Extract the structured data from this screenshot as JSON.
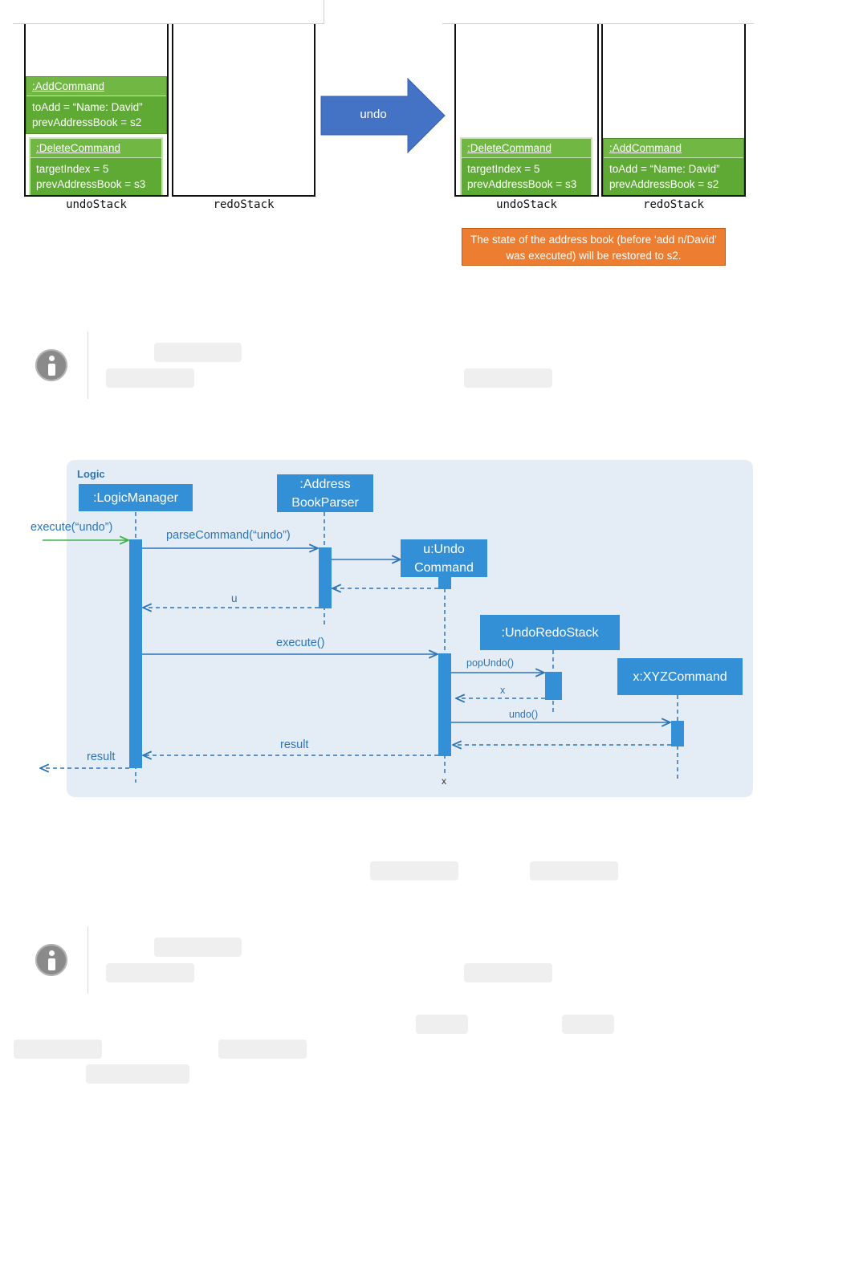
{
  "stack_diagram": {
    "before": {
      "undo_stack_label": "undoStack",
      "redo_stack_label": "redoStack",
      "undo_stack_items": [
        {
          "title": ":AddCommand",
          "lines": [
            "toAdd = “Name: David”",
            "prevAddressBook = s2"
          ]
        },
        {
          "title": ":DeleteCommand",
          "lines": [
            "targetIndex = 5",
            "prevAddressBook = s3"
          ]
        }
      ]
    },
    "arrow_label": "undo",
    "after": {
      "undo_stack_label": "undoStack",
      "redo_stack_label": "redoStack",
      "undo_stack_items": [
        {
          "title": ":DeleteCommand",
          "lines": [
            "targetIndex = 5",
            "prevAddressBook = s3"
          ]
        }
      ],
      "redo_stack_items": [
        {
          "title": ":AddCommand",
          "lines": [
            "toAdd = “Name: David”",
            "prevAddressBook = s2"
          ]
        }
      ]
    },
    "note": "The state of the address book (before ‘add n/David’ was executed) will be restored to s2."
  },
  "sequence_diagram": {
    "frame_label": "Logic",
    "participants": {
      "logic_manager": ":LogicManager",
      "parser": ":Address\nBookParser",
      "undo_command": "u:Undo\nCommand",
      "undo_redo_stack": ":UndoRedoStack",
      "xyz_command": "x:XYZCommand"
    },
    "messages": {
      "execute_call": "execute(“undo”)",
      "parse_call": "parseCommand(“undo”)",
      "u_return": "u",
      "execute_method": "execute()",
      "pop_undo": "popUndo()",
      "x_return": "x",
      "undo_call": "undo()",
      "result_inner": "result",
      "result_outer": "result",
      "destroy_mark": "x"
    },
    "colors": {
      "frame": "#e4ecf6",
      "participant": "#3390d6",
      "message": "#2e75b6",
      "entry_arrow": "#3cb44b"
    }
  }
}
